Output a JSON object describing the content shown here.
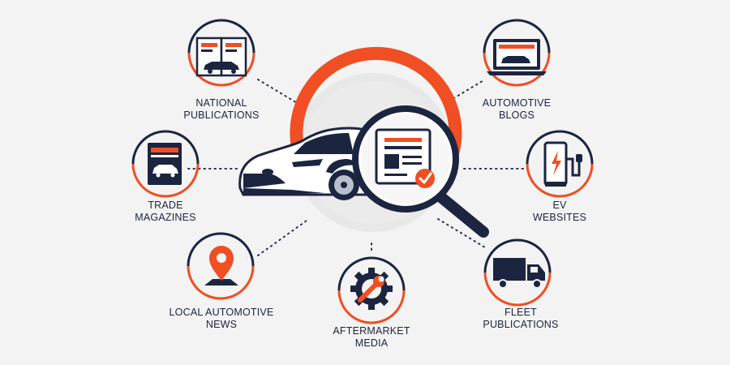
{
  "colors": {
    "navy": "#1c2540",
    "accent": "#f04e23",
    "background": "#f3f3f3",
    "dots": "#2b3350"
  },
  "center": {
    "items": [
      {
        "name": "car-illustration",
        "icon": "car-icon"
      },
      {
        "name": "magnifying-glass",
        "icon": "magnifier-icon"
      },
      {
        "name": "document-check",
        "icon": "document-check-icon"
      }
    ]
  },
  "channels": [
    {
      "id": "national-publications",
      "icon": "open-magazine-icon",
      "lines": [
        "NATIONAL",
        "PUBLICATIONS"
      ]
    },
    {
      "id": "automotive-blogs",
      "icon": "laptop-icon",
      "lines": [
        "AUTOMOTIVE",
        "BLOGS"
      ]
    },
    {
      "id": "trade-magazines",
      "icon": "magazine-icon",
      "lines": [
        "TRADE",
        "MAGAZINES"
      ]
    },
    {
      "id": "ev-websites",
      "icon": "ev-charger-icon",
      "lines": [
        "EV",
        "WEBSITES"
      ]
    },
    {
      "id": "local-automotive-news",
      "icon": "map-pin-icon",
      "lines": [
        "LOCAL AUTOMOTIVE",
        "NEWS"
      ]
    },
    {
      "id": "aftermarket-media",
      "icon": "gear-wrench-icon",
      "lines": [
        "AFTERMARKET",
        "MEDIA"
      ]
    },
    {
      "id": "fleet-publications",
      "icon": "truck-icon",
      "lines": [
        "FLEET",
        "PUBLICATIONS"
      ]
    }
  ]
}
